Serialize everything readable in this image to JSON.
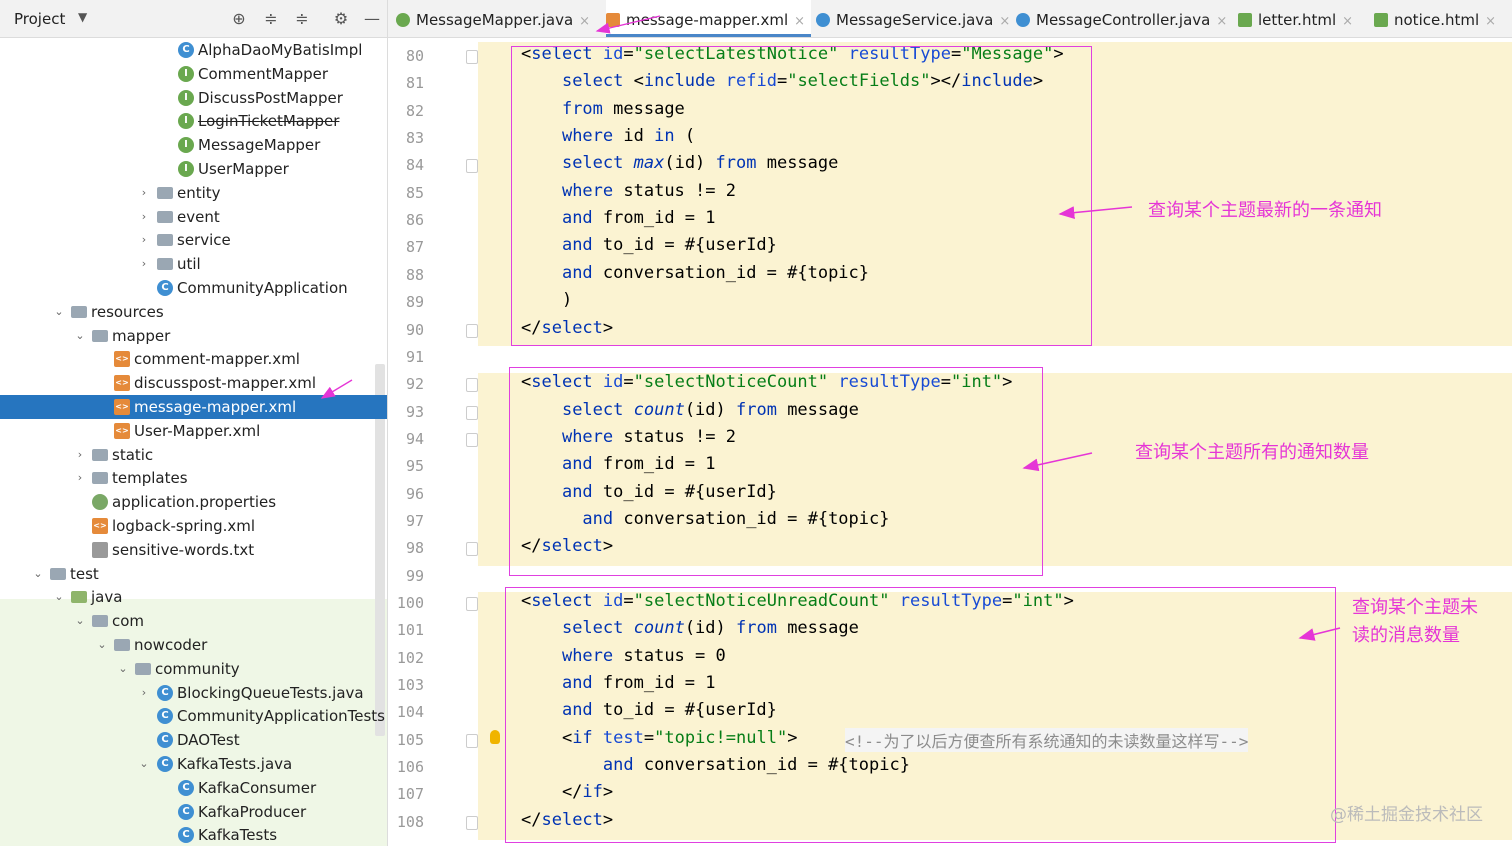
{
  "panel": {
    "title": "Project",
    "tree": [
      {
        "label": "AlphaDaoMyBatisImpl",
        "indent": 0,
        "icon": "class-icon",
        "arrow": ""
      },
      {
        "label": "CommentMapper",
        "indent": 0,
        "icon": "interface-icon",
        "arrow": ""
      },
      {
        "label": "DiscussPostMapper",
        "indent": 0,
        "icon": "interface-icon",
        "arrow": ""
      },
      {
        "label": "LoginTicketMapper",
        "indent": 0,
        "icon": "interface-icon",
        "arrow": "",
        "strike": true
      },
      {
        "label": "MessageMapper",
        "indent": 0,
        "icon": "interface-icon",
        "arrow": ""
      },
      {
        "label": "UserMapper",
        "indent": 0,
        "icon": "interface-icon",
        "arrow": ""
      },
      {
        "label": "entity",
        "indent": 1,
        "icon": "folder-icon",
        "arrow": "›"
      },
      {
        "label": "event",
        "indent": 1,
        "icon": "folder-icon",
        "arrow": "›"
      },
      {
        "label": "service",
        "indent": 1,
        "icon": "folder-icon",
        "arrow": "›"
      },
      {
        "label": "util",
        "indent": 1,
        "icon": "folder-icon",
        "arrow": "›"
      },
      {
        "label": "CommunityApplication",
        "indent": 1,
        "icon": "class-icon",
        "arrow": ""
      },
      {
        "label": "resources",
        "indent": 2,
        "icon": "folder-icon",
        "arrow": "⌄"
      },
      {
        "label": "mapper",
        "indent": 3,
        "icon": "folder-icon",
        "arrow": "⌄"
      },
      {
        "label": "comment-mapper.xml",
        "indent": 4,
        "icon": "xml-icon",
        "arrow": ""
      },
      {
        "label": "discusspost-mapper.xml",
        "indent": 4,
        "icon": "xml-icon",
        "arrow": ""
      },
      {
        "label": "message-mapper.xml",
        "indent": 4,
        "icon": "xml-icon",
        "arrow": "",
        "selected": true
      },
      {
        "label": "User-Mapper.xml",
        "indent": 4,
        "icon": "xml-icon",
        "arrow": ""
      },
      {
        "label": "static",
        "indent": 5,
        "icon": "folder-icon",
        "arrow": "›"
      },
      {
        "label": "templates",
        "indent": 5,
        "icon": "folder-icon",
        "arrow": "›"
      },
      {
        "label": "application.properties",
        "indent": 5,
        "icon": "properties-icon",
        "arrow": ""
      },
      {
        "label": "logback-spring.xml",
        "indent": 5,
        "icon": "xml-icon",
        "arrow": ""
      },
      {
        "label": "sensitive-words.txt",
        "indent": 5,
        "icon": "text-file-icon",
        "arrow": ""
      },
      {
        "label": "test",
        "indent": 6,
        "icon": "folder-icon",
        "arrow": "⌄"
      },
      {
        "label": "java",
        "indent": 2,
        "icon": "folder-green-icon",
        "arrow": "⌄"
      },
      {
        "label": "com",
        "indent": 3,
        "icon": "folder-icon",
        "arrow": "⌄"
      },
      {
        "label": "nowcoder",
        "indent": 7,
        "icon": "folder-icon",
        "arrow": "⌄"
      },
      {
        "label": "community",
        "indent": 8,
        "icon": "folder-icon",
        "arrow": "⌄"
      },
      {
        "label": "BlockingQueueTests.java",
        "indent": 1,
        "icon": "class-icon",
        "arrow": "›"
      },
      {
        "label": "CommunityApplicationTests",
        "indent": 1,
        "icon": "class-icon",
        "arrow": ""
      },
      {
        "label": "DAOTest",
        "indent": 1,
        "icon": "class-icon",
        "arrow": ""
      },
      {
        "label": "KafkaTests.java",
        "indent": 1,
        "icon": "class-icon",
        "arrow": "⌄"
      },
      {
        "label": "KafkaConsumer",
        "indent": 0,
        "icon": "class-icon",
        "arrow": ""
      },
      {
        "label": "KafkaProducer",
        "indent": 0,
        "icon": "class-icon",
        "arrow": ""
      },
      {
        "label": "KafkaTests",
        "indent": 0,
        "icon": "class-icon",
        "arrow": ""
      }
    ]
  },
  "tabs": [
    {
      "label": "MessageMapper.java",
      "icon": "interface-icon",
      "active": false
    },
    {
      "label": "message-mapper.xml",
      "icon": "xml-icon",
      "active": true
    },
    {
      "label": "MessageService.java",
      "icon": "class-icon",
      "active": false
    },
    {
      "label": "MessageController.java",
      "icon": "class-icon",
      "active": false
    },
    {
      "label": "letter.html",
      "icon": "html-icon",
      "active": false
    },
    {
      "label": "notice.html",
      "icon": "html-icon",
      "active": false
    }
  ],
  "editor": {
    "line_numbers": [
      "80",
      "81",
      "82",
      "83",
      "84",
      "85",
      "86",
      "87",
      "88",
      "89",
      "90",
      "91",
      "92",
      "93",
      "94",
      "95",
      "96",
      "97",
      "98",
      "99",
      "100",
      "101",
      "102",
      "103",
      "104",
      "105",
      "106",
      "107",
      "108"
    ],
    "lines": [
      "<select id=\"selectLatestNotice\" resultType=\"Message\">",
      "    select <include refid=\"selectFields\"></include>",
      "    from message",
      "    where id in (",
      "    select max(id) from message",
      "    where status != 2",
      "    and from_id = 1",
      "    and to_id = #{userId}",
      "    and conversation_id = #{topic}",
      "    )",
      "</select>",
      "",
      "<select id=\"selectNoticeCount\" resultType=\"int\">",
      "    select count(id) from message",
      "    where status != 2",
      "    and from_id = 1",
      "    and to_id = #{userId}",
      "      and conversation_id = #{topic}",
      "</select>",
      "",
      "<select id=\"selectNoticeUnreadCount\" resultType=\"int\">",
      "    select count(id) from message",
      "    where status = 0",
      "    and from_id = 1",
      "    and to_id = #{userId}",
      "    <if test=\"topic!=null\">",
      "        and conversation_id = #{topic}",
      "    </if>",
      "</select>"
    ],
    "comment_105": "<!--为了以后方便查所有系统通知的未读数量这样写-->"
  },
  "annotations": {
    "note1": "查询某个主题最新的一条通知",
    "note2": "查询某个主题所有的通知数量",
    "note3_line1": "查询某个主题未",
    "note3_line2": "读的消息数量"
  },
  "watermark": "@稀土掘金技术社区",
  "colors": {
    "annotation": "#e535d6",
    "selection": "#2675bf",
    "highlight": "#fbf3d2"
  }
}
